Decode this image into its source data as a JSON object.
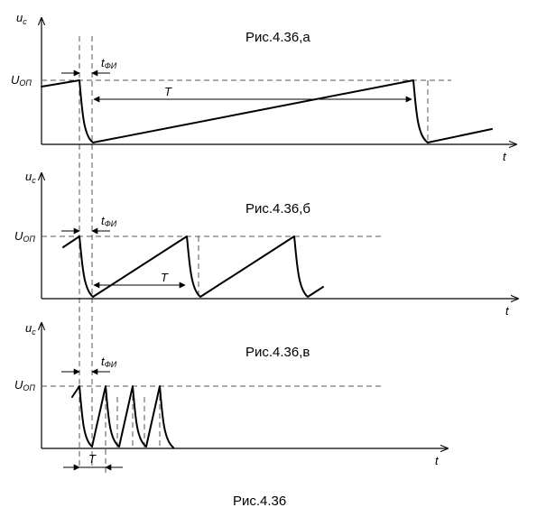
{
  "caption": "Рис.4.36",
  "panels": [
    {
      "id": "a",
      "title": "Рис.4.36,а",
      "y_label": "u",
      "y_label_sub": "c",
      "x_label": "t",
      "level_label": "U",
      "level_label_sub": "ОП",
      "pulse_label": "t",
      "pulse_label_sub": "ФИ",
      "period_label": "T"
    },
    {
      "id": "b",
      "title": "Рис.4.36,б",
      "y_label": "u",
      "y_label_sub": "c",
      "x_label": "t",
      "level_label": "U",
      "level_label_sub": "ОП",
      "pulse_label": "t",
      "pulse_label_sub": "ФИ",
      "period_label": "T"
    },
    {
      "id": "c",
      "title": "Рис.4.36,в",
      "y_label": "u",
      "y_label_sub": "c",
      "x_label": "t",
      "level_label": "U",
      "level_label_sub": "ОП",
      "pulse_label": "t",
      "pulse_label_sub": "ФИ",
      "period_label": "T"
    }
  ]
}
